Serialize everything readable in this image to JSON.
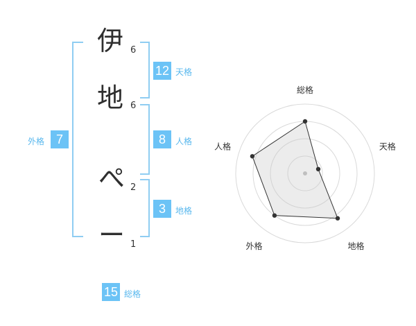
{
  "name": {
    "characters": [
      {
        "char": "伊",
        "strokes": "6"
      },
      {
        "char": "地",
        "strokes": "6"
      },
      {
        "char": "ぺ",
        "strokes": "2"
      },
      {
        "char": "ー",
        "strokes": "1"
      }
    ]
  },
  "fortunes": {
    "tenkaku": {
      "value": "12",
      "label": "天格"
    },
    "jinkaku": {
      "value": "8",
      "label": "人格"
    },
    "chikaku": {
      "value": "3",
      "label": "地格"
    },
    "gaikaku": {
      "value": "7",
      "label": "外格"
    },
    "soukaku": {
      "value": "15",
      "label": "総格"
    }
  },
  "colors": {
    "accent": "#6cc3f6",
    "bracket": "#8fcdf2"
  },
  "chart_data": {
    "type": "radar",
    "axes": [
      "総格",
      "天格",
      "地格",
      "外格",
      "人格"
    ],
    "values": [
      0.75,
      0.2,
      0.8,
      0.75,
      0.8
    ],
    "rings": 4
  }
}
